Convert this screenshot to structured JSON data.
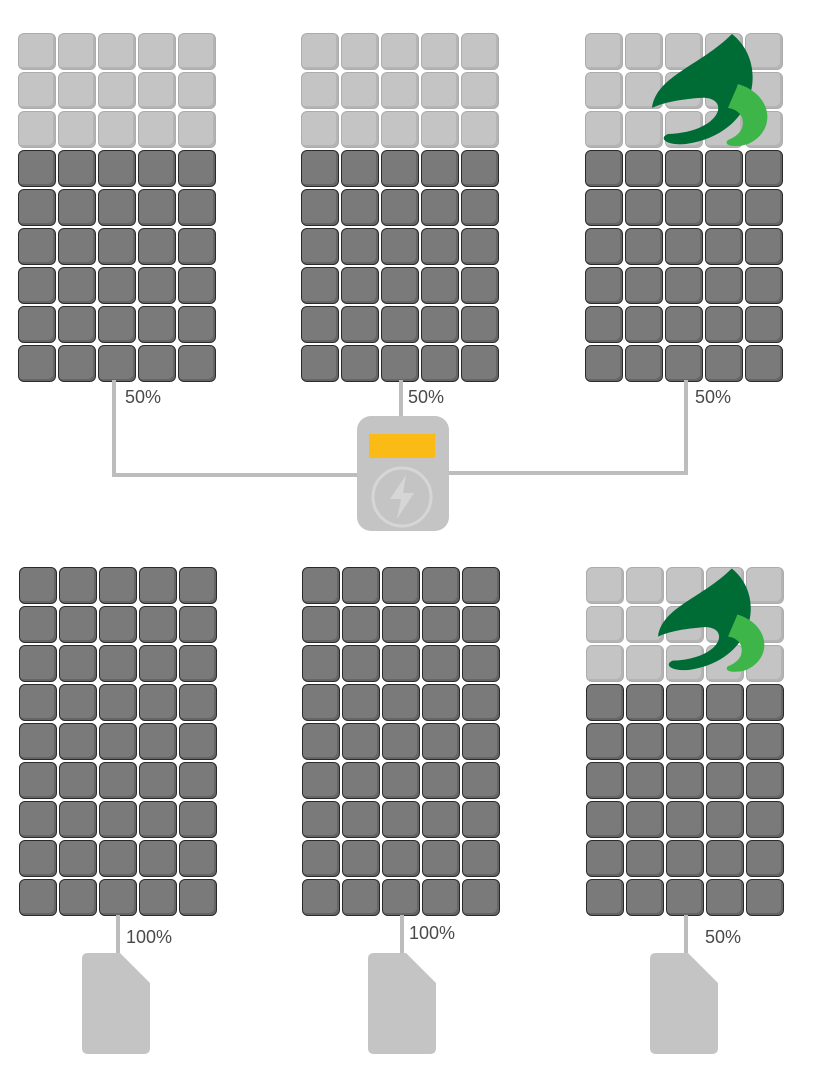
{
  "colors": {
    "cell_shaded": "#c4c4c4",
    "cell_active": "#7a7a7a",
    "wire": "#bdbdbd",
    "inverter": "#c4c4c4",
    "inverter_display": "#fbbb16",
    "leaf_dark": "#006c35",
    "leaf_light": "#3db548"
  },
  "top_row": {
    "panels": [
      {
        "name": "panel-1",
        "shaded_rows": 3,
        "active_rows": 6,
        "leaf_icon": false,
        "output_label": "50%"
      },
      {
        "name": "panel-2",
        "shaded_rows": 3,
        "active_rows": 6,
        "leaf_icon": false,
        "output_label": "50%"
      },
      {
        "name": "panel-3",
        "shaded_rows": 3,
        "active_rows": 6,
        "leaf_icon": true,
        "output_label": "50%"
      }
    ],
    "device": "inverter-icon"
  },
  "bottom_row": {
    "panels": [
      {
        "name": "panel-4",
        "shaded_rows": 0,
        "active_rows": 9,
        "leaf_icon": false,
        "output_label": "100%"
      },
      {
        "name": "panel-5",
        "shaded_rows": 0,
        "active_rows": 9,
        "leaf_icon": false,
        "output_label": "100%"
      },
      {
        "name": "panel-6",
        "shaded_rows": 3,
        "active_rows": 6,
        "leaf_icon": true,
        "output_label": "50%"
      }
    ],
    "device": "optimizer-icon"
  }
}
